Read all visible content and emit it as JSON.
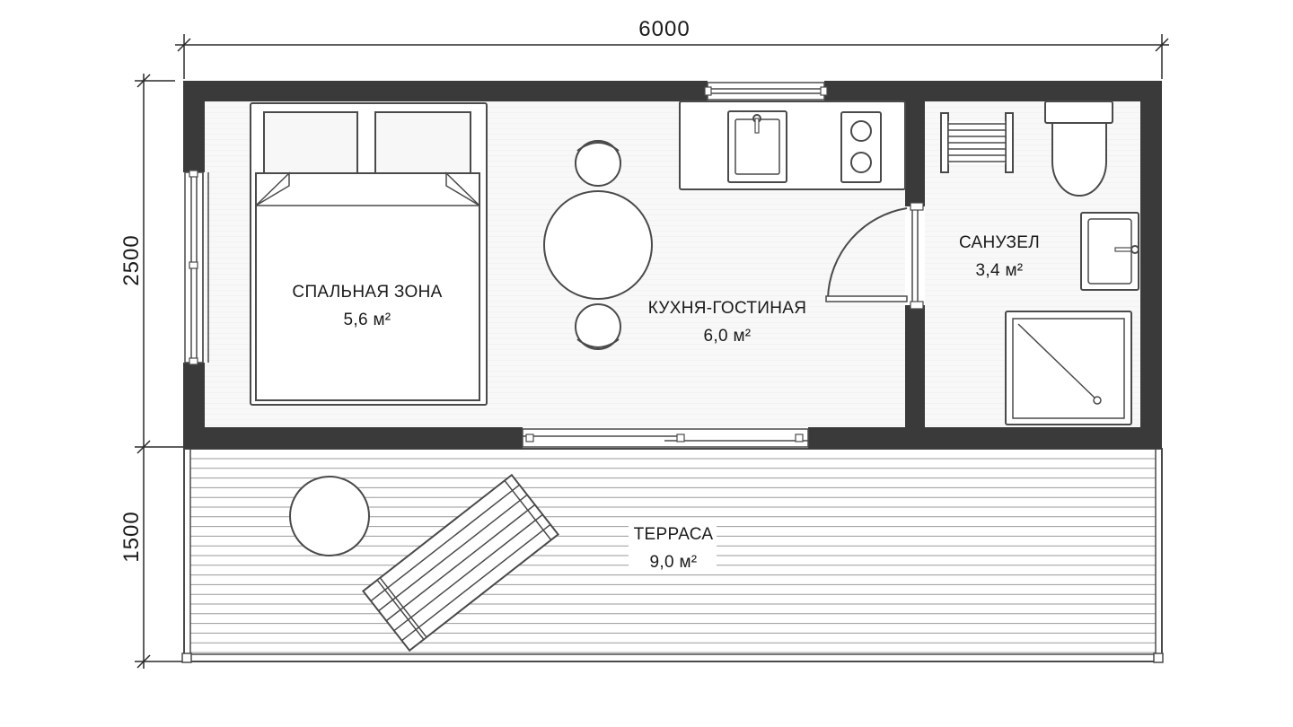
{
  "dimensions": {
    "width_total": "6000",
    "depth_house": "2500",
    "depth_terrace": "1500"
  },
  "rooms": {
    "bedroom": {
      "name": "СПАЛЬНАЯ ЗОНА",
      "area": "5,6 м²"
    },
    "kitchen_living": {
      "name": "КУХНЯ-ГОСТИНАЯ",
      "area": "6,0 м²"
    },
    "bathroom": {
      "name": "САНУЗЕЛ",
      "area": "3,4 м²"
    },
    "terrace": {
      "name": "ТЕРРАСА",
      "area": "9,0 м²"
    }
  },
  "colors": {
    "wall": "#3a3a3a",
    "floor": "#f7f7f7",
    "line": "#4a4a4a"
  }
}
